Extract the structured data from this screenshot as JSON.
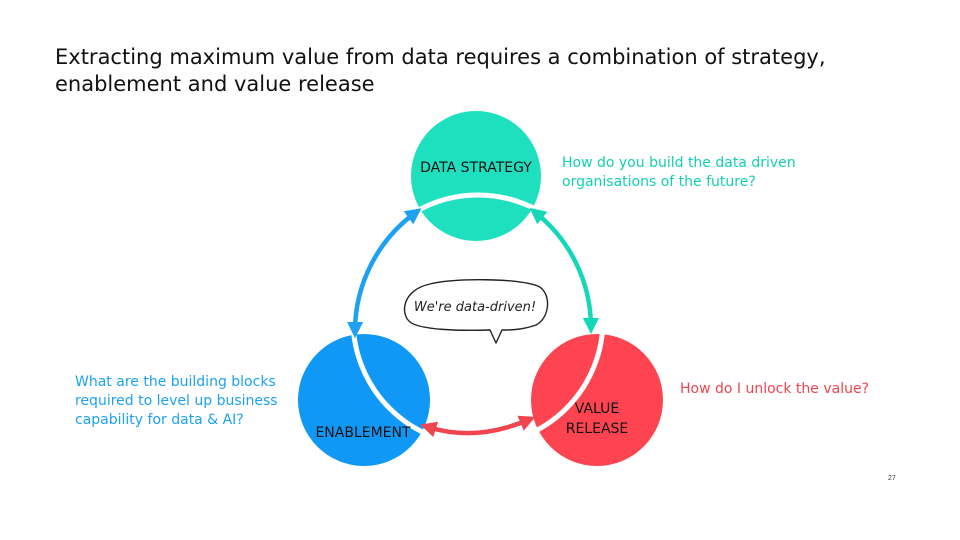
{
  "slide": {
    "title_lines": [
      "Extracting maximum value from data requires a combination of strategy,",
      "enablement and value release"
    ],
    "page_number": "27"
  },
  "nodes": {
    "strategy": {
      "label": "DATA STRATEGY",
      "color": "#1ee0bf"
    },
    "enablement": {
      "label": "ENABLEMENT",
      "color": "#0f98f5"
    },
    "value": {
      "label_lines": [
        "VALUE",
        "RELEASE"
      ],
      "color": "#ff4451"
    }
  },
  "questions": {
    "strategy": {
      "lines": [
        "How do you build the data driven",
        "organisations of the future?"
      ],
      "color": "#12d0b1"
    },
    "enablement": {
      "lines": [
        "What are the building blocks",
        "required to level up business",
        "capability for data & AI?"
      ],
      "color": "#1ea1f2"
    },
    "value": {
      "lines": [
        "How do I unlock the value?"
      ],
      "color": "#f0444f"
    }
  },
  "speech_bubble": {
    "text": "We're data-driven!"
  },
  "icons": {
    "cycle_arrows": "double-headed-arrow-icon",
    "bubble": "speech-bubble-icon"
  }
}
